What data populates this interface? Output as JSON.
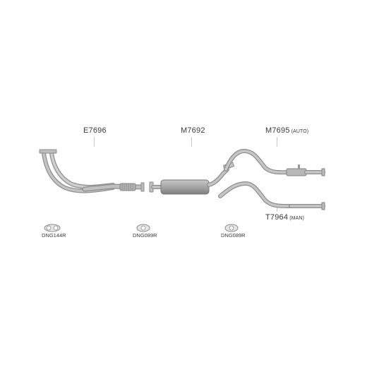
{
  "parts": {
    "front_pipe": {
      "code": "E7696"
    },
    "centre_silencer": {
      "code": "M7692"
    },
    "rear_auto": {
      "code": "M7695",
      "note": "(AUTO)"
    },
    "rear_manual": {
      "code": "T7964",
      "note": "(MAN)"
    }
  },
  "gaskets": [
    {
      "code": "DNG144R"
    },
    {
      "code": "DNG089R"
    },
    {
      "code": "DNG089R"
    }
  ],
  "colors": {
    "pipe": "#b9b9b9",
    "pipe_shade": "#8e8e8e",
    "pipe_light": "#dcdcdc",
    "silencer": "#a7a7a7",
    "leader_line": "#c9c9c9",
    "text": "#3a3a3a"
  }
}
